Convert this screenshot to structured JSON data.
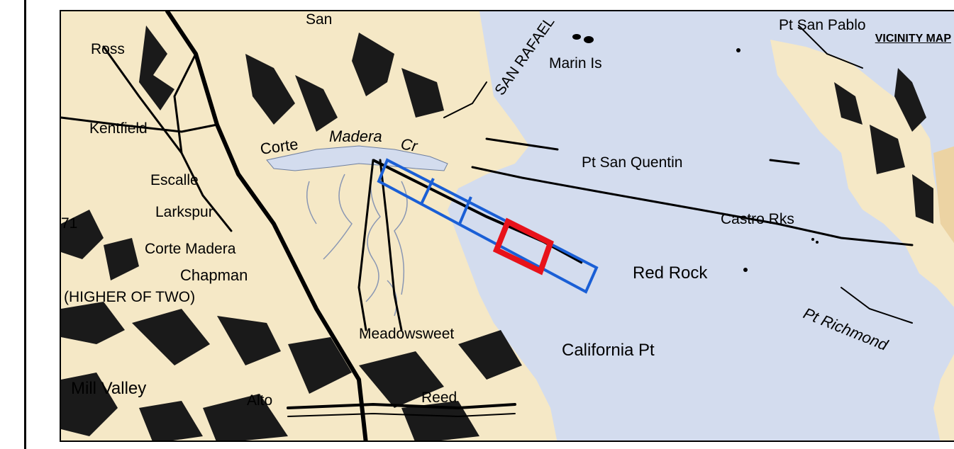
{
  "map": {
    "title": "VICINITY MAP",
    "labels": {
      "ross": "Ross",
      "san": "San",
      "san_rafael": "SAN RAFAEL",
      "marin_is": "Marin Is",
      "pt_san_pablo": "Pt San Pablo",
      "kentfield": "Kentfield",
      "corte": "Corte",
      "madera": "Madera",
      "cr": "Cr",
      "escalle": "Escalle",
      "pt_san_quentin": "Pt San Quentin",
      "larkspur": "Larkspur",
      "num_71": "71",
      "castro_rks": "Castro Rks",
      "corte_madera": "Corte Madera",
      "chapman": "Chapman",
      "red_rock": "Red Rock",
      "higher_of_two": "(HIGHER OF TWO)",
      "pt_richmond": "Pt Richmond",
      "meadowsweet": "Meadowsweet",
      "california_pt": "California  Pt",
      "mill_valley": "Mill  Valley",
      "alto": "Alto",
      "reed": "Reed"
    },
    "colors": {
      "land": "#f5e8c6",
      "water": "#d3dcee",
      "tan_hills": "#ecd3a3",
      "project_outline": "#1a5fd6",
      "highlight_box": "#e8121a",
      "roads": "#000000"
    }
  }
}
